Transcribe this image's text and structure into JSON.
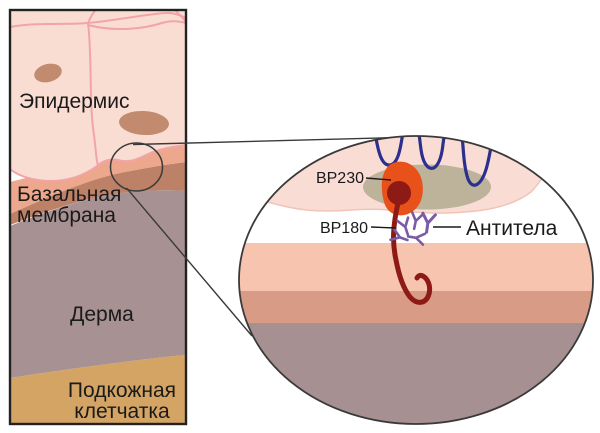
{
  "panel": {
    "labels": {
      "epidermis": "Эпидермис",
      "basal_line1": "Базальная",
      "basal_line2": "мембрана",
      "dermis": "Дерма",
      "subcut_line1": "Подкожная",
      "subcut_line2": "клетчатка"
    }
  },
  "inset": {
    "labels": {
      "bp230": "BP230",
      "bp180": "BP180",
      "antibodies": "Антитела"
    }
  },
  "colors": {
    "cell_fill": "#F9DDD3",
    "cell_outline": "#F2A4A8",
    "nucleus": "#C28B70",
    "basal_salmon": "#EDA78C",
    "basal_brown": "#BC8167",
    "dermis": "#A79193",
    "subcutis": "#D3A464",
    "border": "#222222",
    "outline_dark": "#3A3A3A",
    "inset_pink": "#F9DCD4",
    "inset_pink_edge": "#F2C4B8",
    "plaque_olive": "#BDB29A",
    "band_salmon_light": "#F7C4B0",
    "band_salmon_dark": "#D89B85",
    "band_mauve": "#A69092",
    "keratin_navy": "#2B2F8E",
    "bp230_orange": "#E8521A",
    "bp180_red": "#8E1A15",
    "antibody_purple": "#7A5BA5",
    "text": "#1A1A1A"
  }
}
